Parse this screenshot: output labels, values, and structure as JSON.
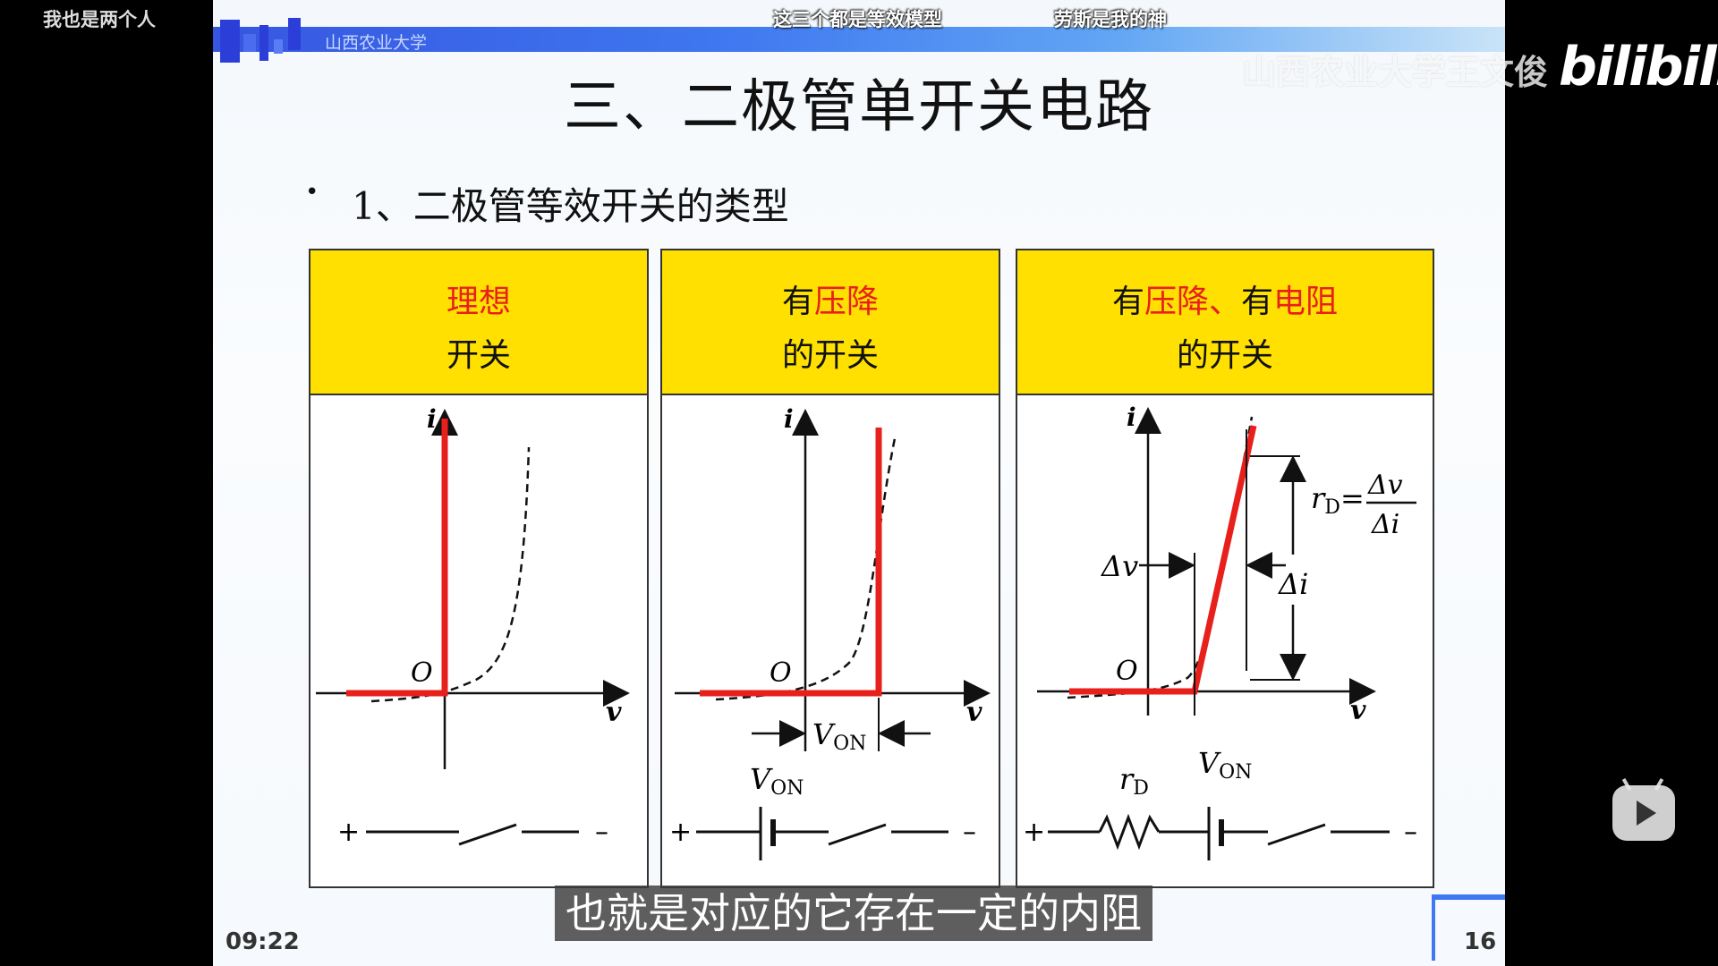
{
  "danmaku": {
    "top_left": "我也是两个人",
    "comment_1": "这三个都是等效模型",
    "comment_2": "劳斯是我的神"
  },
  "header": {
    "institution": "山西农业大学"
  },
  "watermark": {
    "text": "山西农业大学王文俊",
    "logo": "bilibili"
  },
  "slide": {
    "title": "三、二极管单开关电路",
    "bullet_marker": "•",
    "bullet_text": "1、二极管等效开关的类型",
    "page_number": "16"
  },
  "panels": [
    {
      "head_line1_parts": [
        {
          "text": "理想",
          "color": "red"
        }
      ],
      "head_line2": "开关"
    },
    {
      "head_line1_parts": [
        {
          "text": "有",
          "color": "black"
        },
        {
          "text": "压降",
          "color": "red"
        }
      ],
      "head_line2": "的开关"
    },
    {
      "head_line1_parts": [
        {
          "text": "有",
          "color": "black"
        },
        {
          "text": "压降、",
          "color": "red"
        },
        {
          "text": "有",
          "color": "black"
        },
        {
          "text": "电阻",
          "color": "red"
        }
      ],
      "head_line2": "的开关"
    }
  ],
  "graph_labels": {
    "i": "i",
    "v": "v",
    "origin": "O",
    "von_main": "V",
    "von_sub": "ON",
    "rd_main": "r",
    "rd_sub": "D",
    "delta_v": "Δv",
    "delta_i": "Δi",
    "plus": "+",
    "minus": "–"
  },
  "player": {
    "timestamp": "09:22",
    "subtitle": "也就是对应的它存在一定的内阻"
  },
  "colors": {
    "highlight_yellow": "#ffe000",
    "curve_red": "#e8201c",
    "header_blue": "#3f78f0"
  }
}
